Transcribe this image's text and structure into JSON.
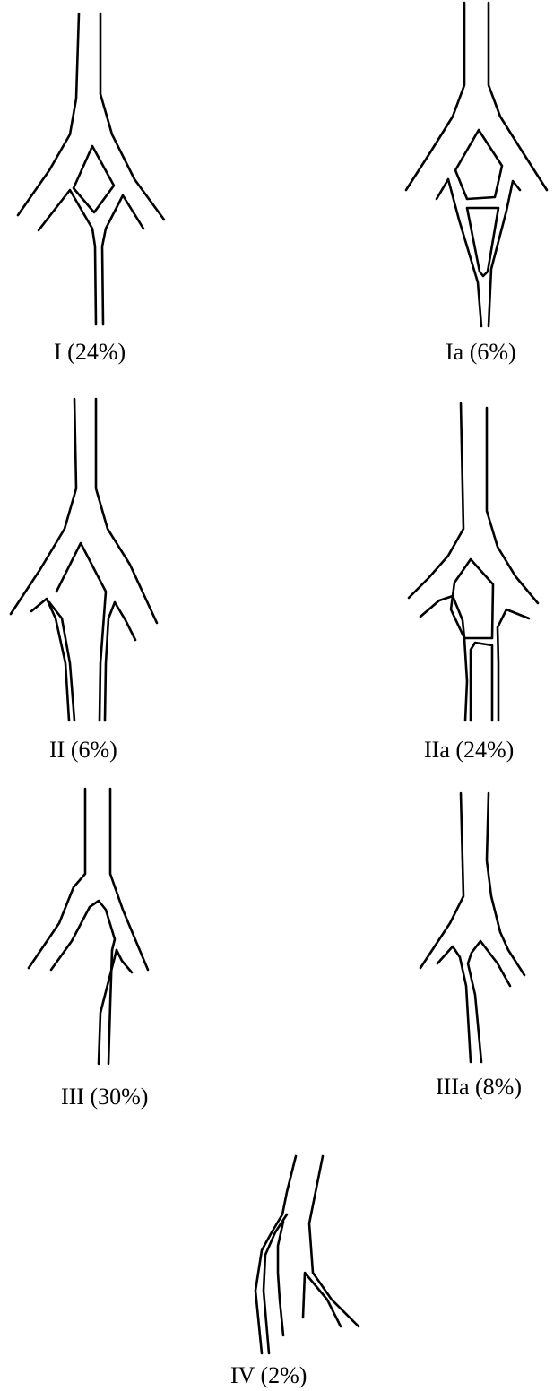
{
  "variants": [
    {
      "id": "I",
      "label": "I (24%)"
    },
    {
      "id": "Ia",
      "label": "Ia (6%)"
    },
    {
      "id": "II",
      "label": "II (6%)"
    },
    {
      "id": "IIa",
      "label": "IIa (24%)"
    },
    {
      "id": "III",
      "label": "III (30%)"
    },
    {
      "id": "IIIa",
      "label": "IIIa (8%)"
    },
    {
      "id": "IV",
      "label": "IV (2%)"
    }
  ]
}
